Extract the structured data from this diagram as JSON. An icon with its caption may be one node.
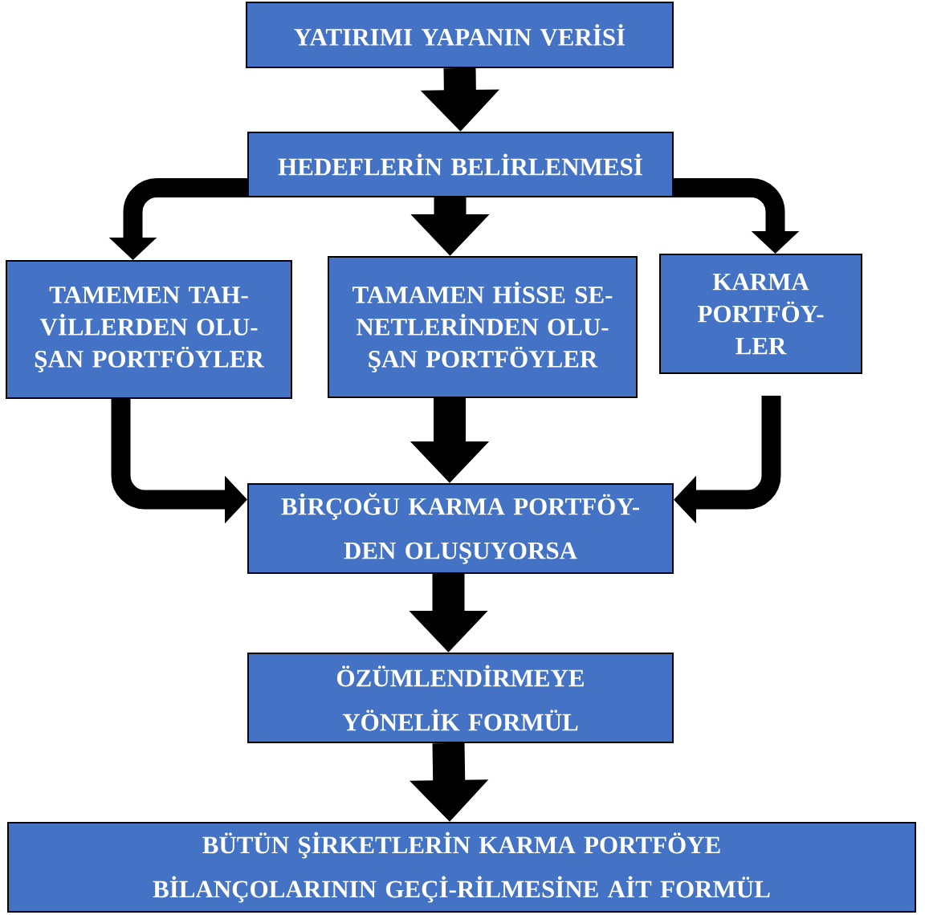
{
  "diagram": {
    "nodes": [
      {
        "text": [
          "YATIRIMI YAPANIN VERİSİ"
        ]
      },
      {
        "text": [
          "HEDEFLERİN BELİRLENMESİ"
        ]
      },
      {
        "text": [
          "TAMEMEN TAH-VİLLERDEN OLU-ŞAN PORTFÖYLER"
        ]
      },
      {
        "text": [
          "TAMAMEN HİSSE SE-NETLERİNDEN OLU-ŞAN PORTFÖYLER"
        ]
      },
      {
        "text": [
          "KARMA PORTFÖY-LER"
        ]
      },
      {
        "text": [
          "BİRÇOĞU KARMA PORTFÖY-DEN OLUŞUYORSA"
        ]
      },
      {
        "text": [
          "ÖZÜMLENDİRMEYE YÖNELİK FORMÜL"
        ]
      },
      {
        "text": [
          "BÜTÜN ŞİRKETLERİN KARMA PORTFÖYE BİLANÇOLARININ GEÇİ-RİLMESİNE AİT FORMÜL"
        ]
      }
    ],
    "edges": [
      {
        "from": 0,
        "to": 1,
        "arrow": "to"
      },
      {
        "from": 1,
        "to": 2,
        "arrow": "to"
      },
      {
        "from": 1,
        "to": 3,
        "arrow": "to"
      },
      {
        "from": 1,
        "to": 4,
        "arrow": "to"
      },
      {
        "from": 2,
        "to": 5,
        "arrow": "to"
      },
      {
        "from": 3,
        "to": 5,
        "arrow": "to"
      },
      {
        "from": 4,
        "to": 5,
        "arrow": "to"
      },
      {
        "from": 5,
        "to": 6,
        "arrow": "to"
      },
      {
        "from": 6,
        "to": 7,
        "arrow": "to"
      }
    ]
  }
}
